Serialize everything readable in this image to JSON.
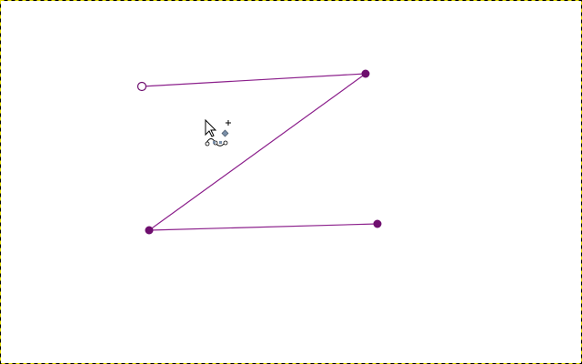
{
  "canvas": {
    "background": "#ffffff",
    "boundary_colors": [
      "#e8e000",
      "#000000"
    ],
    "boundary_style": "marching-ants"
  },
  "path": {
    "stroke_color": "#8b1f8b",
    "anchor_fill_color": "#6e0e6e",
    "open_anchor_style": "hollow-circle",
    "anchors": [
      {
        "id": "anchor-start",
        "type": "open"
      },
      {
        "id": "anchor-2",
        "type": "filled"
      },
      {
        "id": "anchor-3",
        "type": "filled"
      },
      {
        "id": "anchor-end",
        "type": "filled"
      }
    ]
  },
  "cursor": {
    "icon": "paths-tool-cursor-icon",
    "modifier_icon": "add-anchor-plus-icon",
    "tool_icon": "path-tool-badge-icon"
  }
}
